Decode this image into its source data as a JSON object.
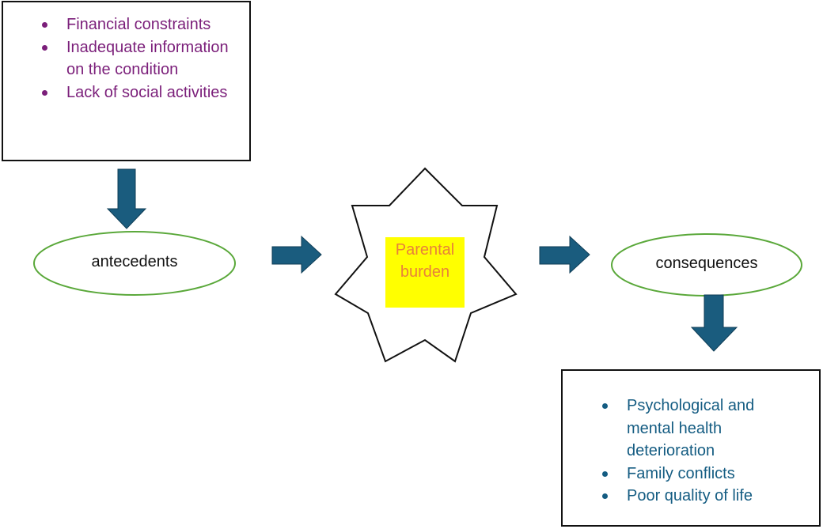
{
  "diagram": {
    "antecedent_factors": [
      "Financial constraints",
      "Inadequate information on the condition",
      "Lack of social activities"
    ],
    "antecedents_node": "antecedents",
    "center_node": "Parental burden",
    "consequences_node": "consequences",
    "consequence_outcomes": [
      "Psychological and mental health deterioration",
      "Family conflicts",
      "Poor quality of life"
    ],
    "colors": {
      "antecedent_text": "#7b1f7a",
      "consequence_text": "#145c82",
      "arrow_fill": "#1a5c7e",
      "ellipse_stroke": "#5aa83a",
      "center_fill": "#ffff00",
      "center_text": "#e8813a",
      "outline": "#111111"
    }
  }
}
